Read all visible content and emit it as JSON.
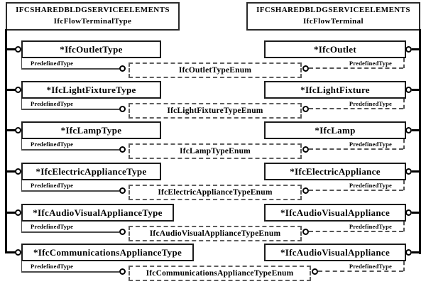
{
  "diagram": {
    "left_header": {
      "line1": "IFCSHAREDBLDGSERVICEELEMENTS",
      "line2": "IfcFlowTerminalType"
    },
    "right_header": {
      "line1": "IFCSHAREDBLDGSERVICEELEMENTS",
      "line2": "IfcFlowTerminal"
    },
    "attribute_label": "PredefinedType",
    "rows": [
      {
        "left": "*IfcOutletType",
        "enum": "IfcOutletTypeEnum",
        "right": "*IfcOutlet"
      },
      {
        "left": "*IfcLightFixtureType",
        "enum": "IfcLightFixtureTypeEnum",
        "right": "*IfcLightFixture"
      },
      {
        "left": "*IfcLampType",
        "enum": "IfcLampTypeEnum",
        "right": "*IfcLamp"
      },
      {
        "left": "*IfcElectricApplianceType",
        "enum": "IfcElectricApplianceTypeEnum",
        "right": "*IfcElectricAppliance"
      },
      {
        "left": "*IfcAudioVisualApplianceType",
        "enum": "IfcAudioVisualApplianceTypeEnum",
        "right": "*IfcAudioVisualAppliance"
      },
      {
        "left": "*IfcCommunicationsApplianceType",
        "enum": "IfcCommunicationsApplianceTypeEnum",
        "right": "*IfcAudioVisualAppliance"
      }
    ],
    "colors": {
      "background": "#ffffff",
      "text": "#000000",
      "entity_border": "#1c1c1c",
      "attribute_line": "#4a4a4a",
      "enum_dash": "#5f5f5f",
      "bus": "#000000"
    }
  }
}
